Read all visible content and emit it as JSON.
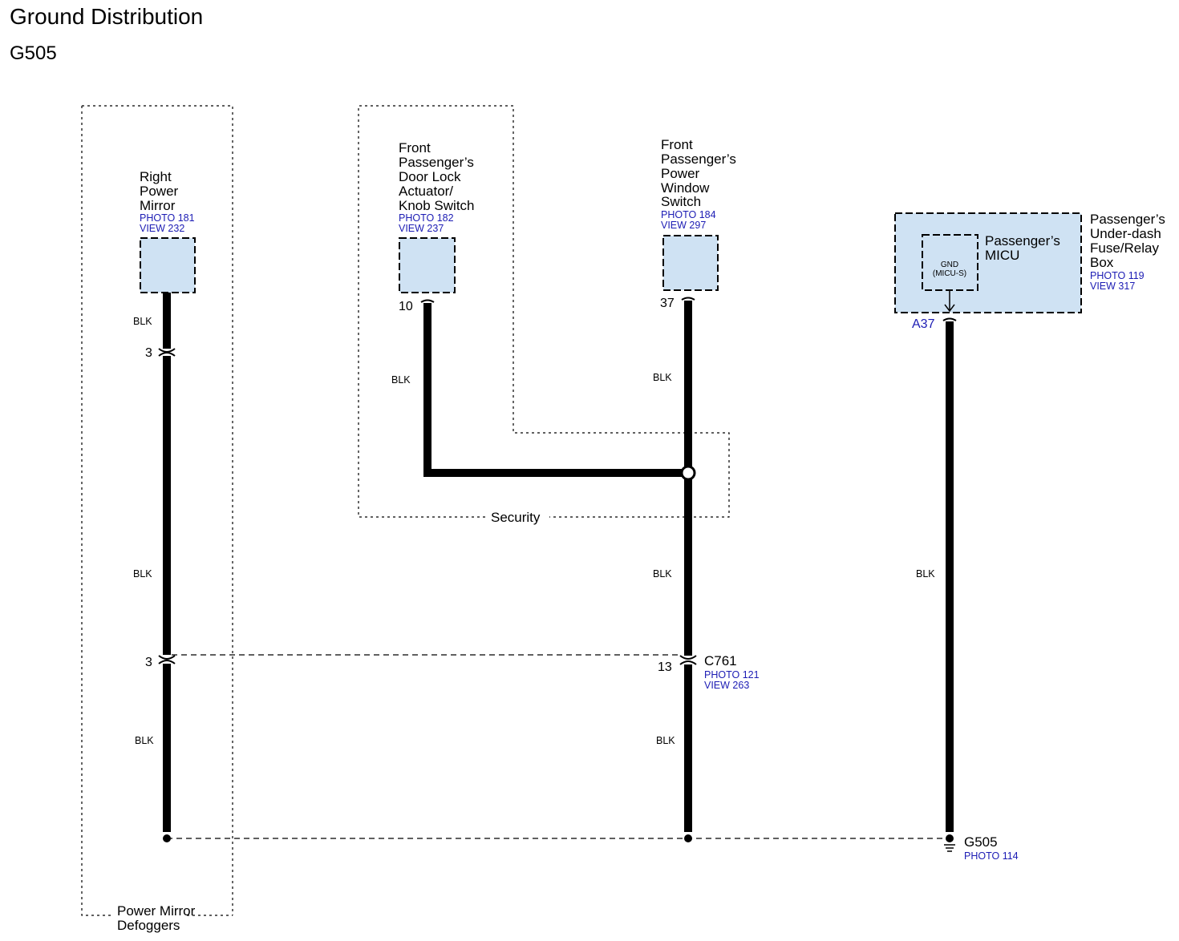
{
  "title": "Ground Distribution",
  "subtitle": "G505",
  "colors": {
    "component_fill": "#cfe2f3",
    "reference_text": "#1c1cb4",
    "wire": "#000000"
  },
  "components": {
    "right_mirror": {
      "lines": [
        "Right",
        "Power",
        "Mirror"
      ],
      "photo": "PHOTO 181",
      "view": "VIEW 232"
    },
    "door_lock": {
      "lines": [
        "Front",
        "Passenger’s",
        "Door Lock",
        "Actuator/",
        "Knob Switch"
      ],
      "photo": "PHOTO 182",
      "view": "VIEW 237",
      "pin": "10"
    },
    "power_window": {
      "lines": [
        "Front",
        "Passenger’s",
        "Power",
        "Window",
        "Switch"
      ],
      "photo": "PHOTO 184",
      "view": "VIEW 297",
      "pin": "37"
    },
    "fuse_box": {
      "lines": [
        "Passenger’s",
        "Under-dash",
        "Fuse/Relay",
        "Box"
      ],
      "photo": "PHOTO 119",
      "view": "VIEW 317",
      "pin": "A37",
      "micu_lines": [
        "Passenger’s",
        "MICU"
      ],
      "gnd_lines": [
        "GND",
        "(MICU-S)"
      ]
    }
  },
  "wire_color": "BLK",
  "connectors": {
    "mirror_top_pin": "3",
    "mirror_bottom_pin": "3",
    "c761": {
      "name": "C761",
      "pin": "13",
      "photo": "PHOTO 121",
      "view": "VIEW 263"
    }
  },
  "ground": {
    "name": "G505",
    "photo": "PHOTO 114"
  },
  "groups": {
    "security": "Security",
    "defoggers": [
      "Power Mirror",
      "Defoggers"
    ]
  }
}
